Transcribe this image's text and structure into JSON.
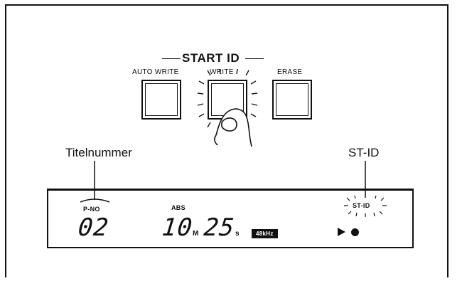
{
  "start_id": {
    "title": "START ID",
    "buttons": [
      {
        "label": "AUTO WRITE"
      },
      {
        "label": "WRITE"
      },
      {
        "label": "ERASE"
      }
    ]
  },
  "callouts": {
    "left": "Titelnummer",
    "right": "ST-ID"
  },
  "display": {
    "pno_label": "P-NO",
    "pno_value": "02",
    "abs_label": "ABS",
    "minutes": "10",
    "minutes_unit": "M",
    "seconds": "25",
    "seconds_unit": "s",
    "sample_rate": "48kHz",
    "st_id_indicator": "ST-ID"
  },
  "icons": [
    "play-icon",
    "record-icon",
    "finger-icon"
  ]
}
